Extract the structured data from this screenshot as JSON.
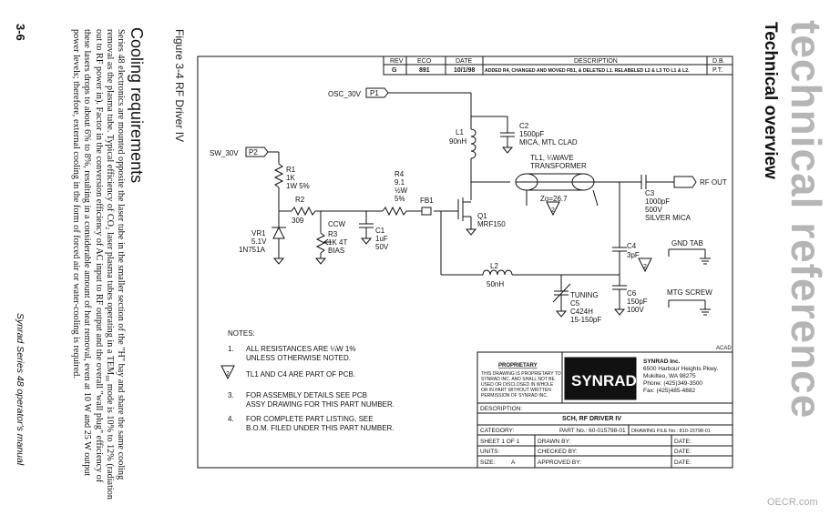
{
  "page": {
    "header_big": "technical reference",
    "header_sub": "Technical overview",
    "figure_caption": "Figure 3-4  RF Driver IV",
    "section_title": "Cooling requirements",
    "body_text": "Series 48 electronics are mounted opposite the laser tube in the smaller section of the \"H\" bay and share the same cooling removal as the plasma tube. Typical efficiency of CO₂ laser plasma tubes operating in a TEM₀₀ mode is 10% to 12% (radiation out to RF power in). Factor in the conversion efficiency of AC input to RF output and the overall \"wall plug\" efficiency of these lasers drops to about 6% to 8%, resulting in a considerable amount of heat removal, even at 10 W and 25 W output power levels; therefore, external cooling in the form of forced air or water-cooling is required.",
    "page_number": "3-6",
    "footer_brand": "Synrad Series 48 operator's manual",
    "watermark": "OECR.com"
  },
  "schematic": {
    "rev_table": {
      "headers": [
        "REV",
        "ECO",
        "DATE",
        "DESCRIPTION",
        "D.B."
      ],
      "row": [
        "G",
        "891",
        "10/1/98",
        "ADDED R4, CHANGED AND MOVED FB1, & DELETED L1. RELABELED L2 & L3 TO L1 & L2.",
        "P.T."
      ]
    },
    "ports": {
      "osc": "OSC_30V",
      "osc_port": "P1",
      "sw": "SW_30V",
      "sw_port": "P2",
      "rf_out": "RF OUT"
    },
    "components": {
      "L1": [
        "L1",
        "90nH"
      ],
      "C2": [
        "C2",
        "1500pF",
        "MICA, MTL CLAD"
      ],
      "TL1": [
        "TL1, ¼WAVE",
        "TRANSFORMER"
      ],
      "Zo": "Zo=26.7",
      "C3": [
        "C3",
        "1000pF",
        "500V",
        "SILVER MICA"
      ],
      "R1": [
        "R1",
        "1K",
        "1W 5%"
      ],
      "R4": [
        "R4",
        "9.1",
        "½W",
        "5%"
      ],
      "FB1": "FB1",
      "Q1": [
        "Q1",
        "MRF150"
      ],
      "R2": [
        "R2",
        "309"
      ],
      "CCW": "CCW",
      "R3": [
        "R3",
        "1K 4T",
        "BIAS"
      ],
      "C1": [
        "C1",
        "1uF",
        "50V"
      ],
      "VR1": [
        "VR1",
        "5.1V",
        "1N751A"
      ],
      "C4": [
        "C4",
        "3pF"
      ],
      "GND": "GND TAB",
      "L2": [
        "L2",
        "50nH"
      ],
      "TUNING": "TUNING",
      "C5": [
        "C5",
        "C424H",
        "15-150pF"
      ],
      "C6": [
        "C6",
        "150pF",
        "100V"
      ],
      "MTG": "MTG SCREW",
      "ACAD": "ACAD",
      "tri": "2"
    },
    "notes": {
      "title": "NOTES:",
      "n1a": "ALL RESISTANCES ARE ¼W 1%",
      "n1b": "UNLESS OTHERWISE NOTED.",
      "n2": "TL1 AND C4 ARE PART OF PCB.",
      "n3a": "FOR ASSEMBLY DETAILS SEE PCB",
      "n3b": "ASSY DRAWING FOR THIS PART NUMBER.",
      "n4a": "FOR COMPLETE PART LISTING, SEE",
      "n4b": "B.O.M. FILED UNDER THIS PART NUMBER.",
      "nums": [
        "1.",
        "2",
        "3.",
        "4."
      ]
    },
    "title_block": {
      "proprietary": "PROPRIETARY",
      "prop_text": [
        "THIS DRAWING IS PROPRIETARY TO",
        "SYNRAD INC. AND SHALL NOT BE",
        "USED OR DISCLOSED IN WHOLE",
        "OR IN PART WITHOUT WRITTEN",
        "PERMISSION OF SYNRAD INC."
      ],
      "logo": "SYNRAD",
      "company": [
        "SYNRAD Inc.",
        "6500 Harbour Heights Pkwy.",
        "Mukilteo, WA 98275",
        "Phone: (425)349-3500",
        "Fax: (425)485-4882"
      ],
      "description_label": "DESCRIPTION:",
      "description": "SCH, RF DRIVER IV",
      "category": "CATEGORY:",
      "part_no": "PART No.: 60-015798-01",
      "drawing_file": "DRAWING FILE No.: 810-15798-01",
      "sheet": "SHEET  1  OF  1",
      "drawn_by": "DRAWN BY:",
      "date": "DATE:",
      "units": "UNITS:",
      "checked_by": "CHECKED BY:",
      "size": "SIZE:",
      "size_val": "A",
      "approved_by": "APPROVED BY:"
    }
  }
}
